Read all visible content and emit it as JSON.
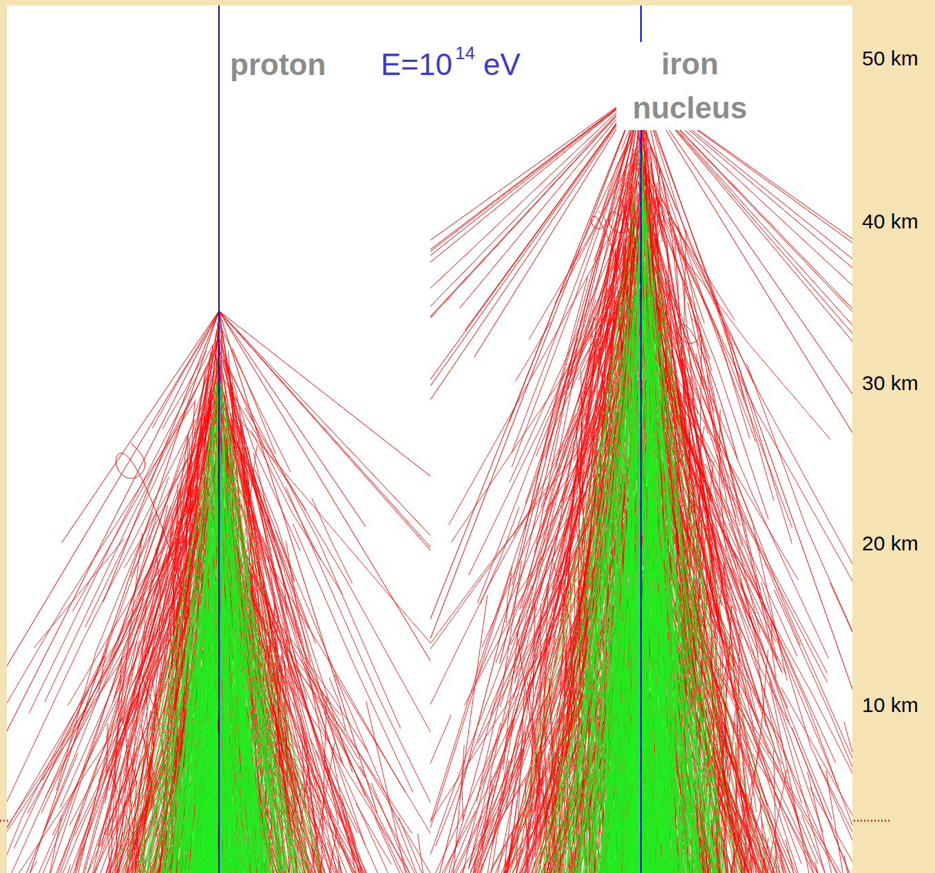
{
  "diagram": {
    "labels": [
      "proton",
      "E=10",
      "14",
      "eV",
      "iron nucleus",
      "50 km",
      "40 km",
      "30 km",
      "20 km",
      "10 km"
    ]
  }
}
